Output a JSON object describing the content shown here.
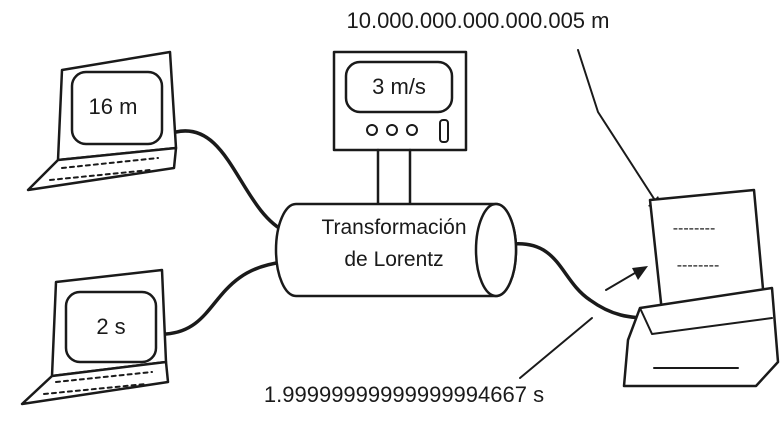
{
  "top_result": "10.000.000.000.000.005 m",
  "bottom_result": "1.99999999999999994667 s",
  "laptop_top": {
    "display": "16 m"
  },
  "laptop_bottom": {
    "display": "2 s"
  },
  "speed_box": {
    "display": "3 m/s"
  },
  "transformer": {
    "line1": "Transformación",
    "line2": "de Lorentz"
  },
  "printout": {
    "line1": "--------",
    "line2": "--------"
  }
}
